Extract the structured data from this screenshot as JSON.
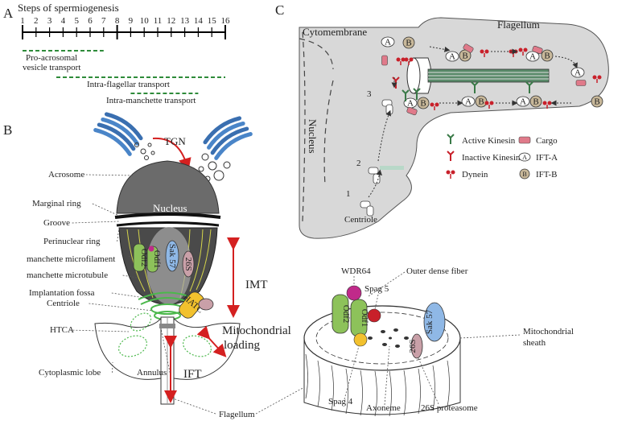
{
  "panel_a": {
    "letter": "A",
    "title": "Steps of spermiogenesis",
    "ticks": [
      "1",
      "2",
      "3",
      "4",
      "5",
      "6",
      "7",
      "8",
      "9",
      "10",
      "11",
      "12",
      "13",
      "14",
      "15",
      "16"
    ],
    "bars": [
      {
        "label_line1": "Pro-acrosomal",
        "label_line2": "vesicle transport",
        "from": 1,
        "to": 7,
        "color": "#2e8b3a"
      },
      {
        "label_line1": "Intra-flagellar transport",
        "label_line2": "",
        "from": 3.5,
        "to": 16,
        "color": "#2e8b3a"
      },
      {
        "label_line1": "Intra-manchette transport",
        "label_line2": "",
        "from": 9,
        "to": 14,
        "color": "#2e8b3a"
      }
    ]
  },
  "panel_b": {
    "letter": "B",
    "tgn": "TGN",
    "nucleus": "Nucleus",
    "labels_left": [
      "Acrosome",
      "Marginal ring",
      "Groove",
      "Perinuclear ring",
      "manchette microfilament",
      "manchette microtubule",
      "Implantation fossa",
      "Centriole",
      "HTCA",
      "Cytoplasmic lobe",
      "Annulus"
    ],
    "labels_right": {
      "imt": "IMT",
      "mito": "Mitochondrial",
      "loading": "loading",
      "ift": "IFT"
    },
    "flagellum": "Flagellum",
    "proteins": {
      "odf2": "Odf2",
      "odf1": "Odf1",
      "sak57": "Sak 57",
      "s26": "26S",
      "hatc": "HATC"
    }
  },
  "panel_c": {
    "letter": "C",
    "cytomembrane": "Cytomembrane",
    "flagellum": "Flagellum",
    "nucleus": "Nucleus",
    "centriole": "Centriole",
    "steps": [
      "1",
      "2",
      "3"
    ],
    "legend": [
      {
        "name": "Active Kinesin",
        "icon": "active-kinesin"
      },
      {
        "name": "Cargo",
        "icon": "cargo"
      },
      {
        "name": "Inactive Kinesin",
        "icon": "inactive-kinesin"
      },
      {
        "name": "IFT-A",
        "icon": "ift-a"
      },
      {
        "name": "Dynein",
        "icon": "dynein"
      },
      {
        "name": "IFT-B",
        "icon": "ift-b"
      }
    ],
    "tokens": {
      "a": "A",
      "b": "B"
    }
  },
  "panel_d": {
    "labels": {
      "wdr64": "WDR64",
      "spag5": "Spag 5",
      "odf": "Outer dense fiber",
      "mito1": "Mitochondrial",
      "mito2": "sheath",
      "spag4": "Spag 4",
      "axoneme": "Axoneme",
      "proteasome": "26S proteasome"
    },
    "proteins": {
      "odf2": "Odf2",
      "odf1": "Odf1",
      "sak57": "Sak 57",
      "s26": "26S"
    }
  },
  "colors": {
    "green": "#8dc25a",
    "pink": "#e07a8a",
    "blue": "#8fb8e6",
    "mauve": "#c9a0a8",
    "yellow": "#f2c12e",
    "red": "#c8202a",
    "magenta": "#c02a8a",
    "steel": "#4a7ab8",
    "gray": "#d8d8d8"
  }
}
